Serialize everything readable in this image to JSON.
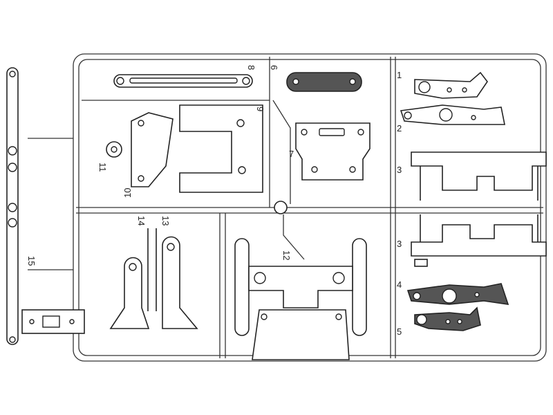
{
  "diagram": {
    "labels": {
      "p1": "1",
      "p2": "2",
      "p3a": "3",
      "p3b": "3",
      "p4": "4",
      "p5": "5",
      "p6": "6",
      "p7": "7",
      "p8": "8",
      "p9": "9",
      "p10": "10",
      "p11": "11",
      "p12": "12",
      "p13": "13",
      "p14": "14",
      "p15": "15"
    },
    "colors": {
      "line": "#222222",
      "dark_part": "#555555",
      "background": "#ffffff"
    }
  }
}
